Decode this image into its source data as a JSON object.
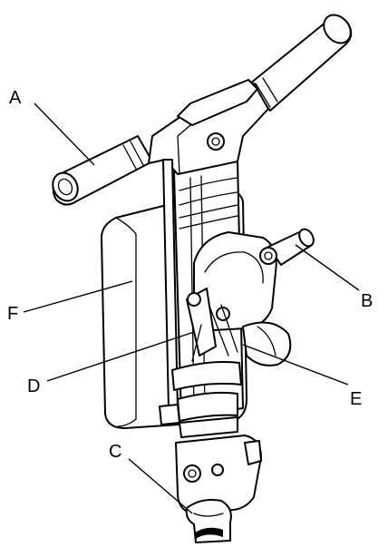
{
  "callouts": [
    {
      "id": "A",
      "label": "A"
    },
    {
      "id": "B",
      "label": "B"
    },
    {
      "id": "C",
      "label": "C"
    },
    {
      "id": "D",
      "label": "D"
    },
    {
      "id": "E",
      "label": "E"
    },
    {
      "id": "F",
      "label": "F"
    }
  ],
  "colors": {
    "line": "#000000",
    "background": "#ffffff"
  }
}
